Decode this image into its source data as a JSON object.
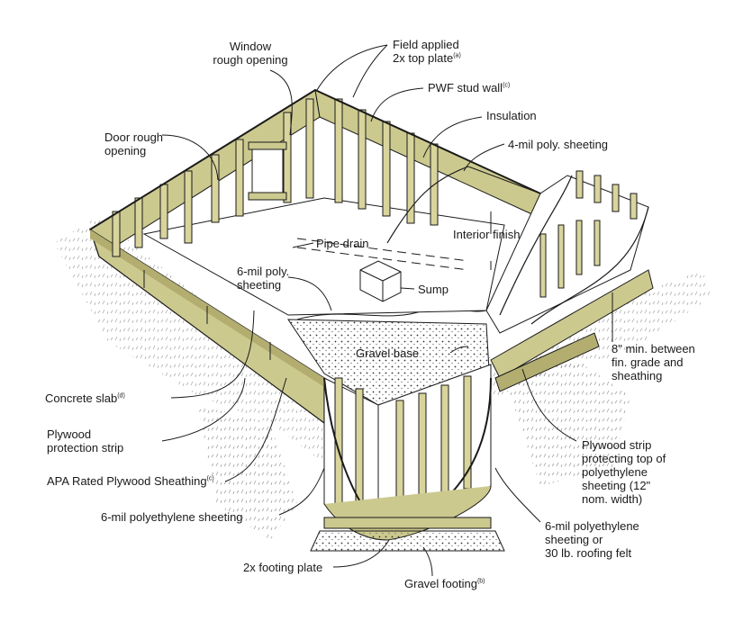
{
  "colors": {
    "wood": "#ccc98f",
    "wood_dark": "#b3ae70",
    "line": "#1a1a1a",
    "gravel": "#e8e4d4",
    "background": "#ffffff"
  },
  "labels": {
    "window_line1": "Window",
    "window_line2": "rough opening",
    "field_line1": "Field applied",
    "field_line2": "2x top plate",
    "field_note": "(a)",
    "pwf": "PWF stud wall",
    "pwf_note": "(c)",
    "insulation": "Insulation",
    "door_line1": "Door rough",
    "door_line2": "opening",
    "poly4": "4-mil poly. sheeting",
    "pipe_drain": "Pipe drain",
    "interior_finish": "Interior finish",
    "poly6_line1": "6-mil poly.",
    "poly6_line2": "sheeting",
    "sump": "Sump",
    "gravel_base": "Gravel base",
    "eight_line1": "8\" min. between",
    "eight_line2": "fin. grade and",
    "eight_line3": "sheathing",
    "concrete": "Concrete slab",
    "concrete_note": "(d)",
    "plywood_prot_line1": "Plywood",
    "plywood_prot_line2": "protection strip",
    "apa": "APA Rated Plywood Sheathing",
    "apa_note": "(c)",
    "plywood_strip_line1": "Plywood strip",
    "plywood_strip_line2": "protecting top of",
    "plywood_strip_line3": "polyethylene",
    "plywood_strip_line4": "sheeting (12\"",
    "plywood_strip_line5": "nom. width)",
    "poly_sheeting_bottom": "6-mil polyethylene sheeting",
    "poly_or_line1": "6-mil polyethylene",
    "poly_or_line2": "sheeting or",
    "poly_or_line3": "30 lb. roofing felt",
    "footing_plate": "2x footing plate",
    "gravel_footing": "Gravel footing",
    "gravel_footing_note": "(b)"
  }
}
